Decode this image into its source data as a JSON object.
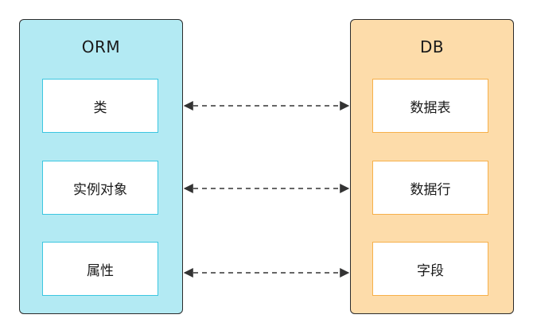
{
  "orm": {
    "title": "ORM",
    "items": [
      "类",
      "实例对象",
      "属性"
    ],
    "fill": "#b3eaf3",
    "item_border": "#3cc6e0"
  },
  "db": {
    "title": "DB",
    "items": [
      "数据表",
      "数据行",
      "字段"
    ],
    "fill": "#fddcaa",
    "item_border": "#f6b04a"
  },
  "connectors": {
    "style": "dashed",
    "arrows": "both-ends",
    "color": "#333333",
    "mappings": [
      [
        "类",
        "数据表"
      ],
      [
        "实例对象",
        "数据行"
      ],
      [
        "属性",
        "字段"
      ]
    ]
  }
}
